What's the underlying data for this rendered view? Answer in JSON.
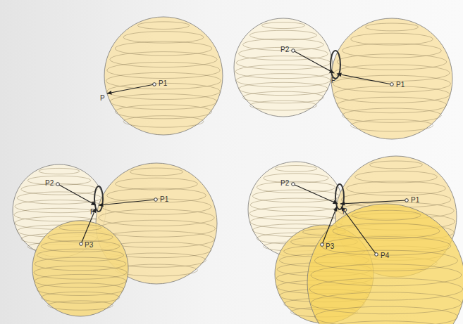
{
  "diagram": {
    "labels": [
      "P",
      "P1",
      "P2",
      "P",
      "P1",
      "P2",
      "P",
      "P1",
      "P3",
      "P2",
      "P",
      "P1",
      "P3",
      "P4"
    ]
  }
}
